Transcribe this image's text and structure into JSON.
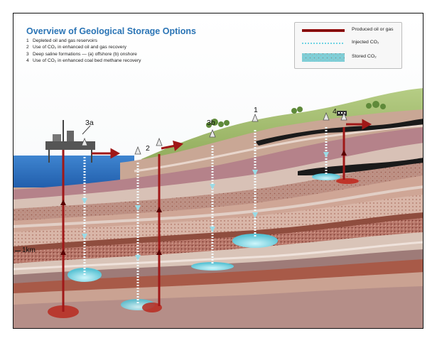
{
  "title": "Overview of Geological Storage Options",
  "options": [
    {
      "num": "1",
      "text": "Depleted oil and gas reservoirs"
    },
    {
      "num": "2",
      "text": "Use of CO₂ in enhanced oil and gas recovery"
    },
    {
      "num": "3",
      "text": "Deep saline formations — (a) offshore (b) onshore"
    },
    {
      "num": "4",
      "text": "Use of CO₂ in enhanced coal bed methane recovery"
    }
  ],
  "legend": [
    {
      "label": "Produced oil or gas",
      "icon": "red-line-icon",
      "color": "#a01818"
    },
    {
      "label": "Injected CO₂",
      "icon": "dotted-cyan-line-icon",
      "color": "#6fd3e3"
    },
    {
      "label": "Stored CO₂",
      "icon": "stored-co2-swatch-icon",
      "color": "#7fcfd8"
    }
  ],
  "site_labels": {
    "s3a": "3a",
    "s2": "2",
    "s3b": "3b",
    "s1": "1",
    "s4": "4"
  },
  "depth_label": "1km",
  "colors": {
    "title": "#2a74b5",
    "sky": "#ffffff",
    "sea": "#2a6fbf",
    "hill": "#8aa650",
    "produced": "#a01818",
    "injected": "#e8f8ff",
    "stored": "#7fd6e0",
    "coal": "#1a1a1a"
  }
}
